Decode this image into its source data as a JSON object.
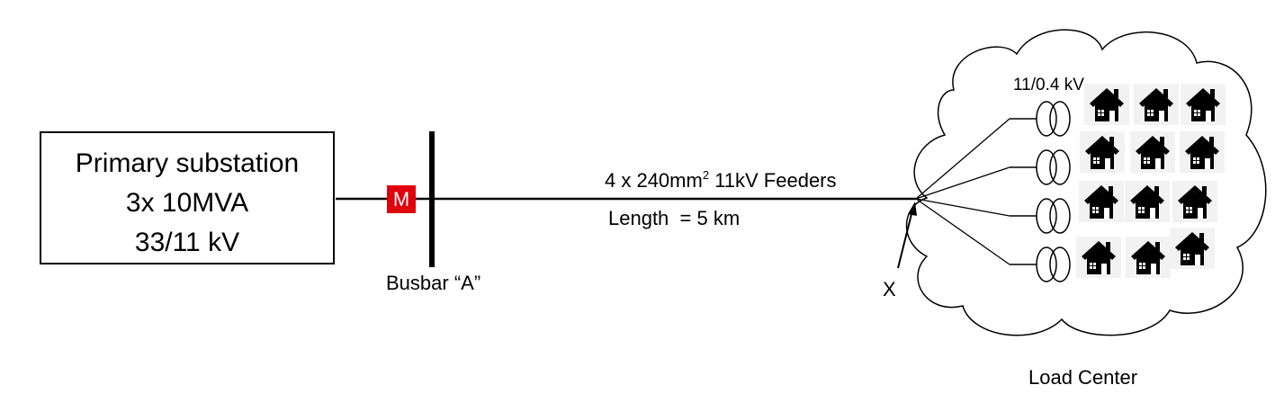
{
  "substation": {
    "line1": "Primary substation",
    "line2": "3x 10MVA",
    "line3": "33/11 kV"
  },
  "meter": {
    "label": "M",
    "color": "#e0000b"
  },
  "busbar": {
    "label": "Busbar “A”"
  },
  "feeder": {
    "count_prefix": "4 x 240mm",
    "superscript": "2",
    "suffix": " 11kV Feeders",
    "length": "Length  = 5 km"
  },
  "fault_point": {
    "label": "X"
  },
  "transformer": {
    "rating": "11/0.4 kV",
    "count": 4
  },
  "load_center": {
    "label": "Load Center",
    "houses_per_row": 3,
    "rows": 4
  },
  "icons": [
    "transformer-icon",
    "house-icon",
    "cloud-shape"
  ]
}
